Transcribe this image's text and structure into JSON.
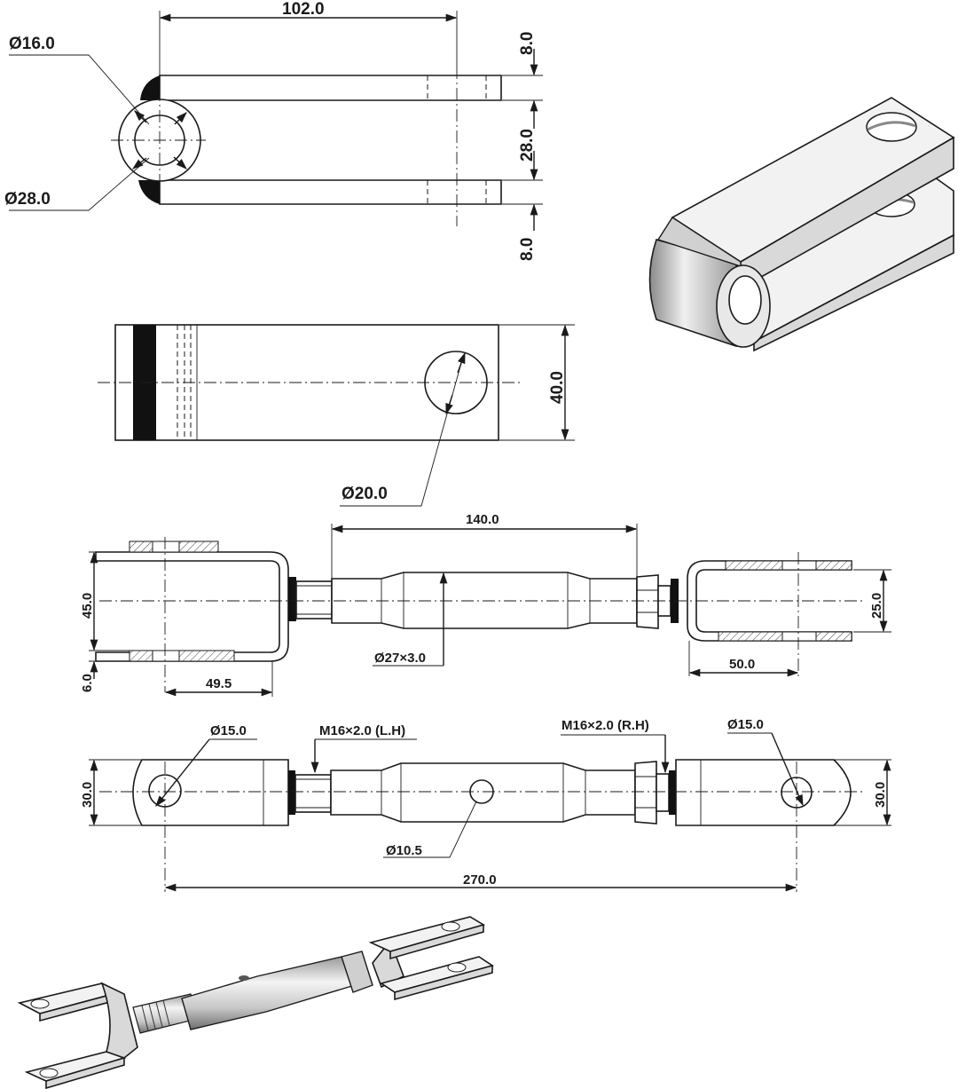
{
  "clevis_top_view": {
    "length": "102.0",
    "pin_hole_dia": "Ø16.0",
    "boss_dia": "Ø28.0",
    "plate_thickness_top": "8.0",
    "gap": "28.0",
    "plate_thickness_bottom": "8.0"
  },
  "clevis_side_view": {
    "width": "40.0",
    "hole_dia": "Ø20.0"
  },
  "assembly_top_view": {
    "sleeve_length": "140.0",
    "left_fork_width": "45.0",
    "left_plate_thickness": "6.0",
    "left_hole_offset": "49.5",
    "sleeve_dia": "Ø27×3.0",
    "right_fork_gap": "25.0",
    "right_hole_offset": "50.0"
  },
  "assembly_side_view": {
    "left_eye_hole": "Ø15.0",
    "left_thread": "M16×2.0 (L.H)",
    "right_thread": "M16×2.0 (R.H)",
    "right_eye_hole": "Ø15.0",
    "left_eye_width": "30.0",
    "right_eye_width": "30.0",
    "cross_hole": "Ø10.5",
    "overall_length": "270.0"
  }
}
